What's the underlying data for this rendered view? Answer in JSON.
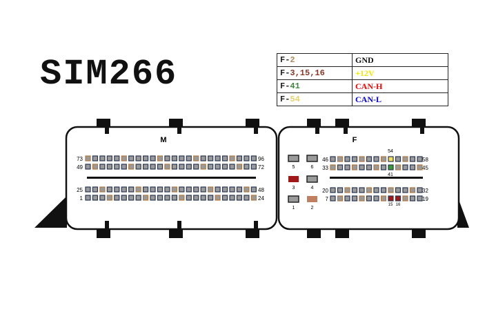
{
  "title": "SIM266",
  "legend": [
    {
      "prefix": "F-",
      "pins": "2",
      "pin_color": "#b08a60",
      "signal": "GND",
      "signal_color": "#111111"
    },
    {
      "prefix": "F-",
      "pins": "3,15,16",
      "pin_color": "#8b3a2a",
      "signal": "+12V",
      "signal_color": "#f2e600"
    },
    {
      "prefix": "F-",
      "pins": "41",
      "pin_color": "#3a8a3a",
      "signal": "CAN-H",
      "signal_color": "#ff0000"
    },
    {
      "prefix": "F-",
      "pins": "54",
      "pin_color": "#e8d070",
      "signal": "CAN-L",
      "signal_color": "#0000ee"
    }
  ],
  "connectors": {
    "m": {
      "label": "M",
      "rows": [
        {
          "start": "73",
          "end": "96"
        },
        {
          "start": "49",
          "end": "72"
        },
        {
          "start": "25",
          "end": "48"
        },
        {
          "start": "1",
          "end": "24"
        }
      ]
    },
    "f": {
      "label": "F",
      "rows": [
        {
          "start": "46",
          "end": "58"
        },
        {
          "start": "33",
          "end": "45"
        },
        {
          "start": "20",
          "end": "32"
        },
        {
          "start": "7",
          "end": "19"
        }
      ],
      "big_pins": [
        "5",
        "6",
        "3",
        "4",
        "1",
        "2"
      ],
      "marked_pins": [
        "54",
        "41",
        "15",
        "16"
      ]
    },
    "colors": {
      "pin": "#9a9a9a",
      "pin_border": "#2a3550",
      "pin_border_alt": "#b07840",
      "yellow": "#f0e060",
      "green": "#3a9a3a",
      "red": "#a01818",
      "tan": "#c08060"
    }
  }
}
